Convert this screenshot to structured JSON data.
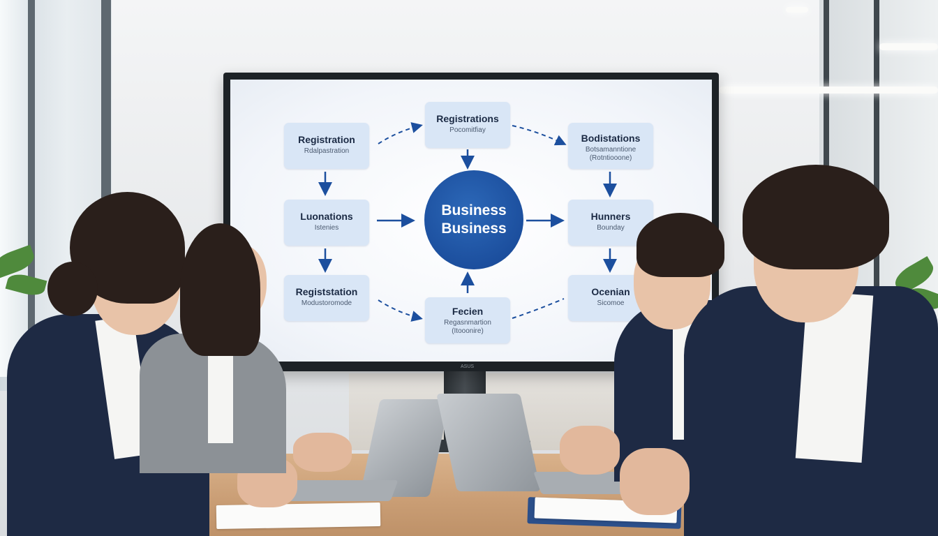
{
  "diagram": {
    "nodes": [
      {
        "id": "top-left",
        "title": "Registration",
        "sub": "Rdalpastration"
      },
      {
        "id": "top-center",
        "title": "Registrations",
        "sub": "Pocomitfiay"
      },
      {
        "id": "top-right",
        "title": "Bodistations",
        "sub": "Botsamanntione\n(Rotntiooone)"
      },
      {
        "id": "mid-left",
        "title": "Luonations",
        "sub": "Istenies"
      },
      {
        "id": "mid-right",
        "title": "Hunners",
        "sub": "Bounday"
      },
      {
        "id": "bottom-left",
        "title": "Registstation",
        "sub": "Modustoromode"
      },
      {
        "id": "bottom-center",
        "title": "Fecien",
        "sub": "Regasnmartion\n(Itooonire)"
      },
      {
        "id": "bottom-right",
        "title": "Ocenian",
        "sub": "Sicomoe"
      }
    ],
    "center": {
      "line1": "Business",
      "line2": "Business"
    },
    "colors": {
      "accent": "#1c4f9e",
      "node": "#d9e6f6",
      "arrow": "#1c4f9e"
    }
  },
  "monitor": {
    "brand": "ASUS"
  }
}
